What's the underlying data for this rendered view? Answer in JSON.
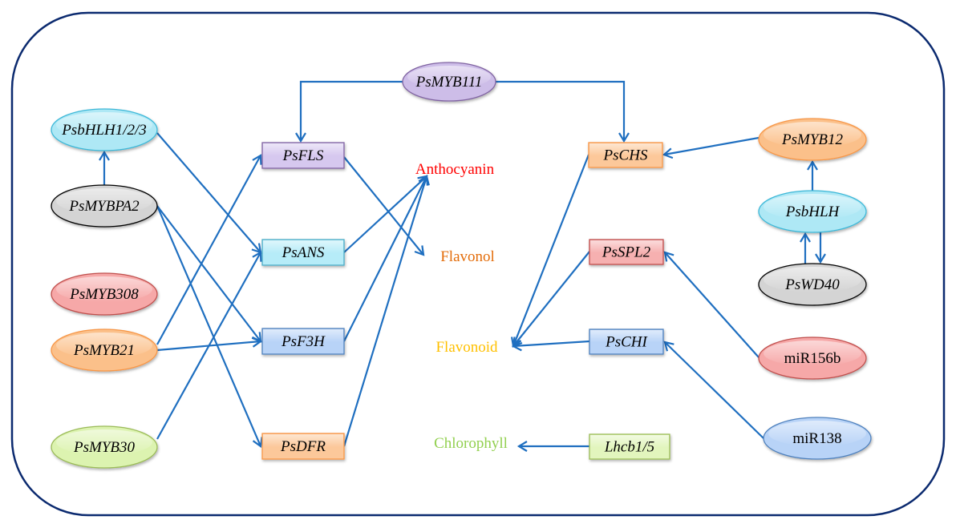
{
  "diagram": {
    "frame_color": "#0b2a6f",
    "edge_color": "#1f6fc0",
    "regulators_left": [
      {
        "id": "PsbHLH1_2_3",
        "label": "PsbHLH1/2/3",
        "fill": "#aee8f5",
        "stroke": "#3cb8d8"
      },
      {
        "id": "PsMYBPA2",
        "label": "PsMYBPA2",
        "fill": "#d4d4d4",
        "stroke": "#000000"
      },
      {
        "id": "PsMYB308",
        "label": "PsMYB308",
        "fill": "#f6a8a8",
        "stroke": "#c0504d"
      },
      {
        "id": "PsMYB21",
        "label": "PsMYB21",
        "fill": "#fbc08a",
        "stroke": "#f79646"
      },
      {
        "id": "PsMYB30",
        "label": "PsMYB30",
        "fill": "#dcf3b0",
        "stroke": "#9bbb59"
      }
    ],
    "top_regulator": {
      "id": "PsMYB111",
      "label": "PsMYB111",
      "fill": "#cdbde8",
      "stroke": "#8064a2"
    },
    "genes_left": [
      {
        "id": "PsFLS",
        "label": "PsFLS",
        "fill": "#d6c8ef",
        "stroke": "#8064a2"
      },
      {
        "id": "PsANS",
        "label": "PsANS",
        "fill": "#b6ecf8",
        "stroke": "#4bacc6"
      },
      {
        "id": "PsF3H",
        "label": "PsF3H",
        "fill": "#b8d3f7",
        "stroke": "#4f81bd"
      },
      {
        "id": "PsDFR",
        "label": "PsDFR",
        "fill": "#fcc89a",
        "stroke": "#f79646"
      }
    ],
    "products": [
      {
        "id": "Anthocyanin",
        "label": "Anthocyanin",
        "color": "#ff0000"
      },
      {
        "id": "Flavonol",
        "label": "Flavonol",
        "color": "#e36c09"
      },
      {
        "id": "Flavonoid",
        "label": "Flavonoid",
        "color": "#ffc000"
      },
      {
        "id": "Chlorophyll",
        "label": "Chlorophyll",
        "color": "#92d050"
      }
    ],
    "genes_right": [
      {
        "id": "PsCHS",
        "label": "PsCHS",
        "fill": "#fcc89a",
        "stroke": "#f79646"
      },
      {
        "id": "PsSPL2",
        "label": "PsSPL2",
        "fill": "#f6b0b0",
        "stroke": "#c0504d"
      },
      {
        "id": "PsCHI",
        "label": "PsCHI",
        "fill": "#b8d3f7",
        "stroke": "#4f81bd"
      },
      {
        "id": "Lhcb1_5",
        "label": "Lhcb1/5",
        "fill": "#e2f5bd",
        "stroke": "#9bbb59"
      }
    ],
    "regulators_right": [
      {
        "id": "PsMYB12",
        "label": "PsMYB12",
        "fill": "#fbc08a",
        "stroke": "#f79646"
      },
      {
        "id": "PsbHLH",
        "label": "PsbHLH",
        "fill": "#aee8f5",
        "stroke": "#3cb8d8"
      },
      {
        "id": "PsWD40",
        "label": "PsWD40",
        "fill": "#d4d4d4",
        "stroke": "#000000"
      },
      {
        "id": "miR156b",
        "label": "miR156b",
        "fill": "#f6a8a8",
        "stroke": "#c0504d"
      },
      {
        "id": "miR138",
        "label": "miR138",
        "fill": "#b8d3f7",
        "stroke": "#4f81bd"
      }
    ],
    "edges": [
      {
        "from": "PsMYB111",
        "to": "PsFLS"
      },
      {
        "from": "PsMYB111",
        "to": "PsCHS"
      },
      {
        "from": "PsMYBPA2",
        "to": "PsbHLH1_2_3"
      },
      {
        "from": "PsbHLH1_2_3",
        "to": "PsANS"
      },
      {
        "from": "PsMYBPA2",
        "to": "PsF3H"
      },
      {
        "from": "PsMYBPA2",
        "to": "PsDFR"
      },
      {
        "from": "PsMYB21",
        "to": "PsFLS"
      },
      {
        "from": "PsMYB21",
        "to": "PsF3H"
      },
      {
        "from": "PsMYB30",
        "to": "PsANS"
      },
      {
        "from": "PsFLS",
        "to": "Flavonol"
      },
      {
        "from": "PsANS",
        "to": "Anthocyanin"
      },
      {
        "from": "PsF3H",
        "to": "Anthocyanin"
      },
      {
        "from": "PsDFR",
        "to": "Anthocyanin"
      },
      {
        "from": "PsMYB12",
        "to": "PsCHS"
      },
      {
        "from": "PsbHLH",
        "to": "PsMYB12"
      },
      {
        "from": "PsWD40",
        "to": "PsbHLH"
      },
      {
        "from": "PsbHLH",
        "to": "PsWD40"
      },
      {
        "from": "PsCHS",
        "to": "Flavonoid"
      },
      {
        "from": "PsSPL2",
        "to": "Flavonoid"
      },
      {
        "from": "PsCHI",
        "to": "Flavonoid"
      },
      {
        "from": "miR156b",
        "to": "PsSPL2"
      },
      {
        "from": "miR138",
        "to": "PsCHI"
      },
      {
        "from": "Lhcb1_5",
        "to": "Chlorophyll"
      }
    ]
  }
}
